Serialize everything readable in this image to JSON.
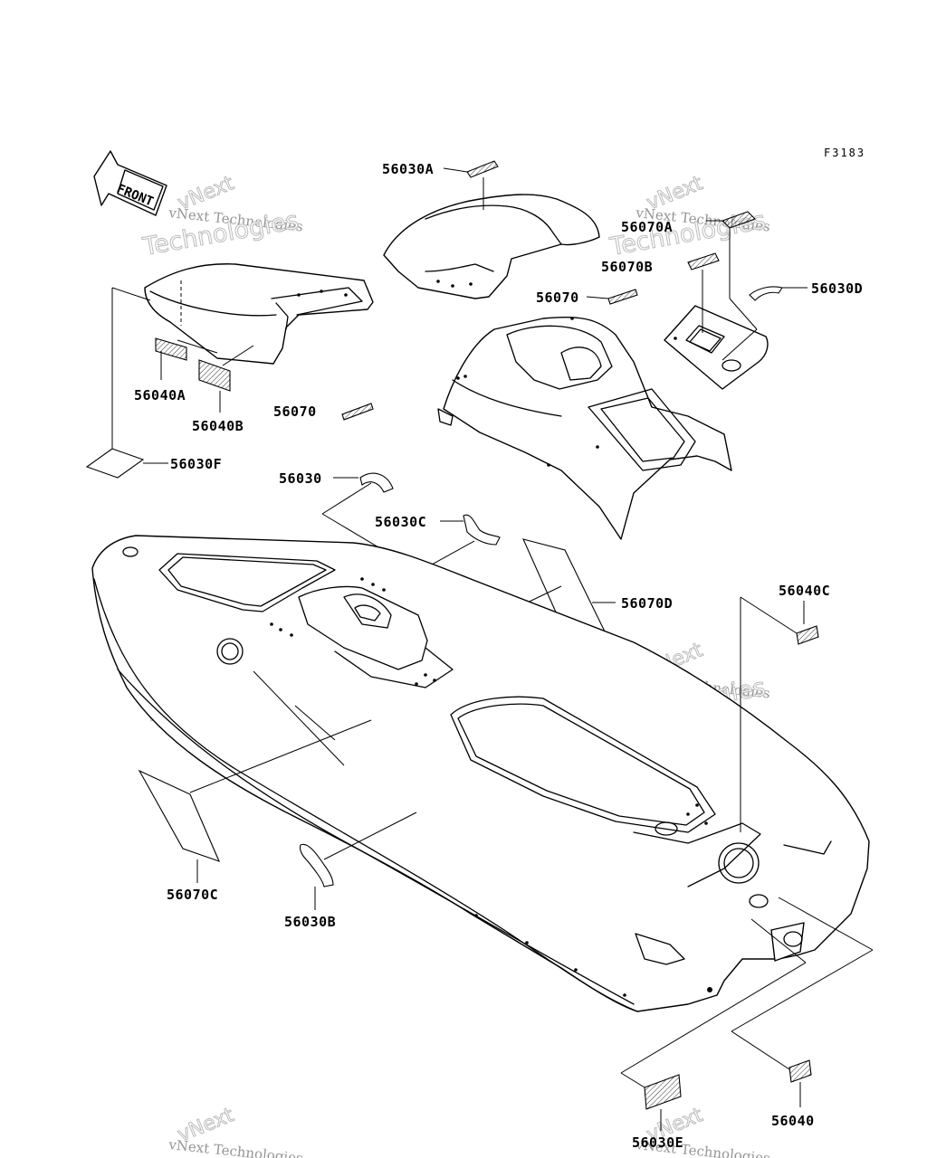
{
  "figure_code": "F3183",
  "front_label": "FRONT",
  "watermark": {
    "line1": "vNext",
    "line2": "vNext Technologies",
    "line3": "Technologies"
  },
  "parts": {
    "p56030A": "56030A",
    "p56070A": "56070A",
    "p56070B": "56070B",
    "p56070": "56070",
    "p56030D": "56030D",
    "p56040A": "56040A",
    "p56040B": "56040B",
    "p56070_2": "56070",
    "p56030F": "56030F",
    "p56030": "56030",
    "p56030C": "56030C",
    "p56070D": "56070D",
    "p56040C": "56040C",
    "p56070C": "56070C",
    "p56030B": "56030B",
    "p56040": "56040",
    "p56030E": "56030E"
  }
}
